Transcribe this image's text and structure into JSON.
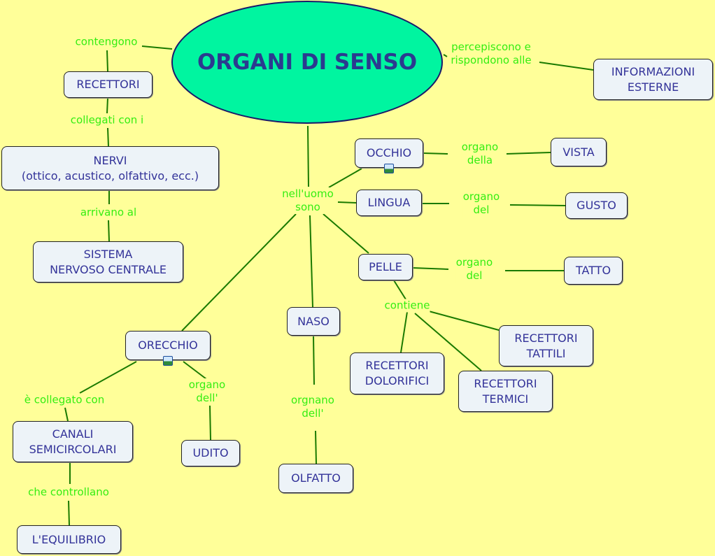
{
  "title": "ORGANI DI SENSO",
  "colors": {
    "background": "#ffff99",
    "central": "#00f5a0",
    "node": "#edf3f8",
    "node_text": "#333399",
    "link_text": "#33ee11",
    "line": "#1a7a00"
  },
  "nodes": {
    "recettori": "RECETTORI",
    "nervi": "NERVI\n(ottico, acustico, olfattivo, ecc.)",
    "sistema": "SISTEMA\nNERVOSO CENTRALE",
    "informazioni": "INFORMAZIONI\nESTERNE",
    "occhio": "OCCHIO",
    "vista": "VISTA",
    "lingua": "LINGUA",
    "gusto": "GUSTO",
    "pelle": "PELLE",
    "tatto": "TATTO",
    "naso": "NASO",
    "orecchio": "ORECCHIO",
    "tattili": "RECETTORI\nTATTILI",
    "dolorifici": "RECETTORI\nDOLORIFICI",
    "termici": "RECETTORI\nTERMICI",
    "canali": "CANALI\nSEMICIRCOLARI",
    "udito": "UDITO",
    "olfatto": "OLFATTO",
    "equilibrio": "L'EQUILIBRIO"
  },
  "links": {
    "contengono": "contengono",
    "percepiscono": "percepiscono e\nrispondono alle",
    "collegati": "collegati con i",
    "arrivano": "arrivano al",
    "nelluomo": "nell'uomo\nsono",
    "organo_della": "organo\ndella",
    "organo_del_gusto": "organo\ndel",
    "organo_del_tatto": "organo\ndel",
    "contiene": "contiene",
    "e_collegato": "è collegato con",
    "organo_dell": "organo\ndell'",
    "orgnano_dell": "orgnano\ndell'",
    "che_controllano": "che controllano"
  }
}
